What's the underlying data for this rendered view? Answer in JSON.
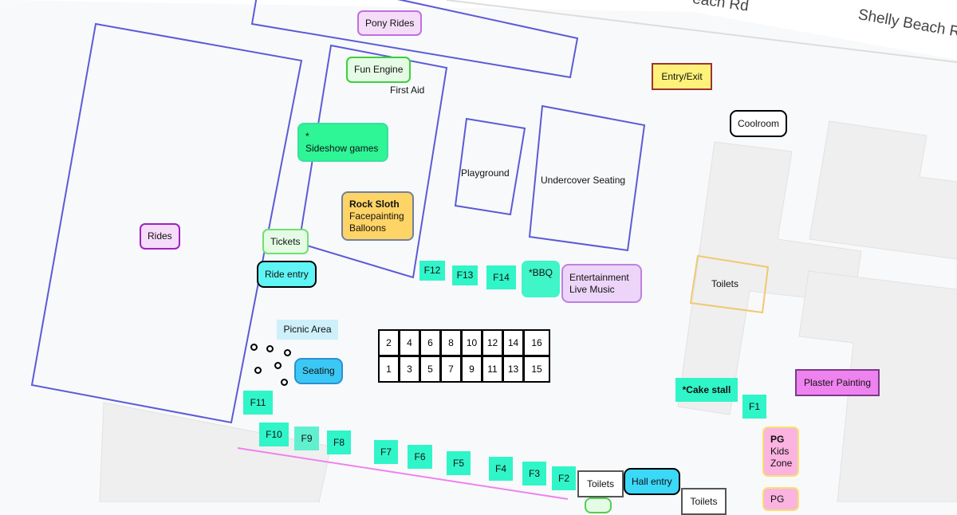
{
  "roads": [
    "each Rd",
    "Shelly Beach Rd"
  ],
  "labels": {
    "pony_rides": "Pony Rides",
    "fun_engine": "Fun Engine",
    "first_aid": "First Aid",
    "entry_exit": "Entry/Exit",
    "coolroom": "Coolroom",
    "sideshow_star": "*",
    "sideshow": "Sideshow games",
    "playground": "Playground",
    "undercover": "Undercover Seating",
    "rides": "Rides",
    "tickets": "Tickets",
    "rock_sloth": "Rock Sloth",
    "facepainting": "Facepainting",
    "balloons": "Balloons",
    "ride_entry": "Ride entry",
    "bbq": "*BBQ",
    "entertainment": "Entertainment",
    "live_music": "Live Music",
    "toilets": "Toilets",
    "picnic": "Picnic Area",
    "seating": "Seating",
    "cake": "*Cake stall",
    "plaster": "Plaster Painting",
    "pg": "PG",
    "kids": "Kids",
    "zone": "Zone",
    "hall_entry": "Hall entry"
  },
  "food_stalls": [
    "F1",
    "F2",
    "F3",
    "F4",
    "F5",
    "F6",
    "F7",
    "F8",
    "F9",
    "F10",
    "F11",
    "F12",
    "F13",
    "F14"
  ],
  "stall_grid": {
    "top": [
      "2",
      "4",
      "6",
      "8",
      "10",
      "12",
      "14",
      "16"
    ],
    "bottom": [
      "1",
      "3",
      "5",
      "7",
      "9",
      "11",
      "13",
      "15"
    ]
  },
  "colors": {
    "zone_outline": "#5b5bd6",
    "food": "#30f5c8",
    "entry": "#fff27a",
    "seating": "#3cc8f5"
  }
}
